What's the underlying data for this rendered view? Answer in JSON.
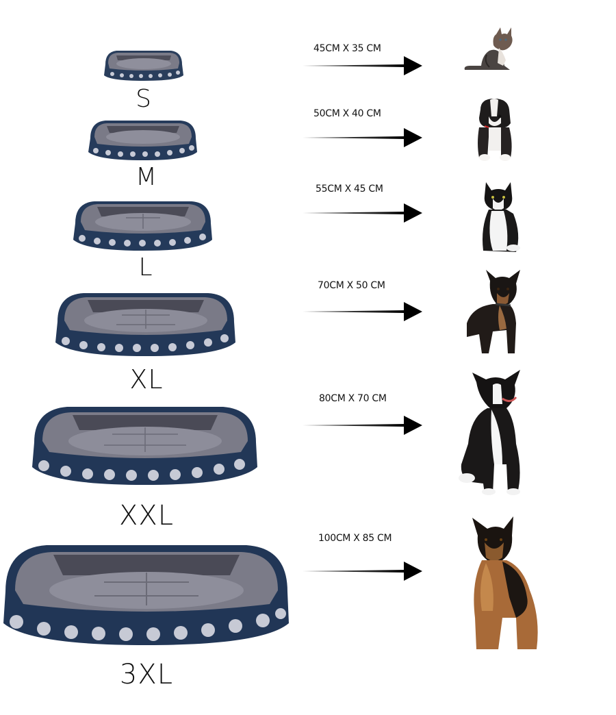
{
  "colors": {
    "background": "#ffffff",
    "text": "#111111",
    "arrow": "#000000",
    "bed_plush": "#6f6f7a",
    "bed_plush_light": "#9a9aa6",
    "bed_plush_dark": "#4a4a56",
    "bed_fabric": "#233a5a",
    "bed_pattern": "#e8e8ee"
  },
  "sizes": [
    {
      "label": "S",
      "dimensions": "45CM X 35 CM",
      "pet": "kitten",
      "pet_icon": "kitten-icon"
    },
    {
      "label": "M",
      "dimensions": "50CM X 40 CM",
      "pet": "puppy",
      "pet_icon": "puppy-icon"
    },
    {
      "label": "L",
      "dimensions": "55CM X 45 CM",
      "pet": "black-white-cat",
      "pet_icon": "cat-icon"
    },
    {
      "label": "XL",
      "dimensions": "70CM X 50 CM",
      "pet": "small-dog",
      "pet_icon": "small-dog-icon"
    },
    {
      "label": "XXL",
      "dimensions": "80CM X 70 CM",
      "pet": "medium-dog",
      "pet_icon": "medium-dog-icon"
    },
    {
      "label": "3XL",
      "dimensions": "100CM X 85 CM",
      "pet": "german-shepherd",
      "pet_icon": "large-dog-icon"
    }
  ]
}
